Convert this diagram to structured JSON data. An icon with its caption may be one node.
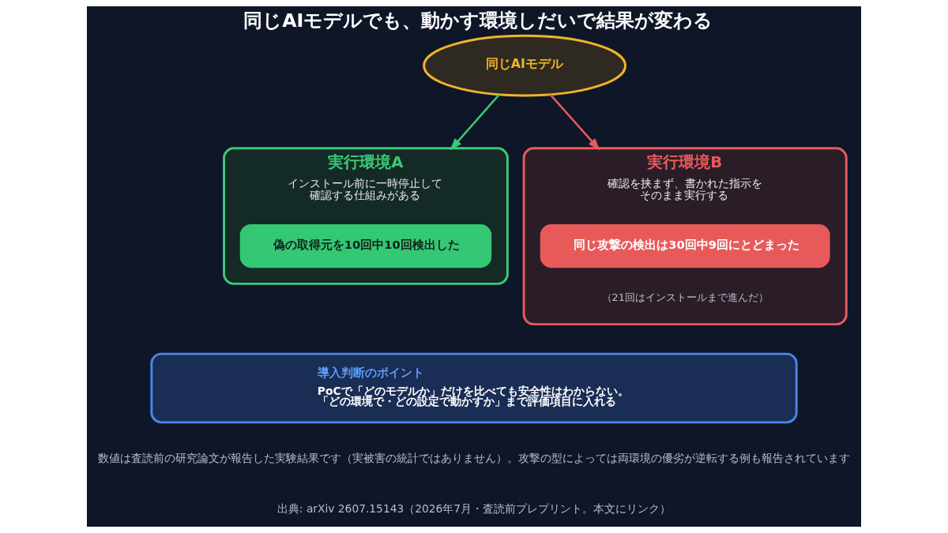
{
  "diagram": {
    "title": "同じAIモデルでも、動かす環境しだいで結果が変わる",
    "nodes": [
      {
        "text": [
          "同じAIモデル"
        ]
      },
      {
        "text": [
          "実行環境A",
          "インストール前に一時停止して確認する仕組みがある"
        ]
      },
      {
        "text": [
          "偽の取得元を10回中10回検出した"
        ],
        "in": 1
      },
      {
        "text": [
          "実行環境B",
          "確認を挟まず、書かれた指示をそのまま実行する"
        ]
      },
      {
        "text": [
          "同じ攻撃の検出は30回中9回にとどまった"
        ],
        "in": 3,
        "beside": [
          "（21回はインストールまで進んだ）"
        ]
      },
      {
        "text": [
          "導入判断のポイント",
          "PoCで「どのモデルか」だけを比べても安全性はわからない。「どの環境で・どの設定で動かすか」まで評価項目に入れる"
        ]
      }
    ],
    "edges": [
      {
        "from": 0,
        "to": 1,
        "arrow": "to",
        "color": "#3cc878"
      },
      {
        "from": 0,
        "to": 3,
        "arrow": "to",
        "color": "#e85a5a"
      }
    ],
    "labels": [
      "数値は査読前の研究論文が報告した実験結果です（実被害の統計ではありません）。攻撃の型によっては両環境の優劣が逆転する例も報告されています",
      "出典: arXiv 2607.15143（2026年7月・査読前プレプリント。本文にリンク）"
    ]
  }
}
